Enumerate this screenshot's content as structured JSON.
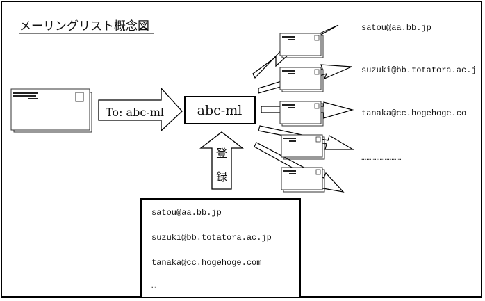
{
  "title": "メーリングリスト概念図",
  "sender_arrow_label": "To: abc-ml",
  "list_name": "abc-ml",
  "register_label_1": "登",
  "register_label_2": "録",
  "recipients": [
    "satou@aa.bb.jp",
    "suzuki@bb.totatora.ac.j",
    "tanaka@cc.hogehoge.co",
    "……………………"
  ],
  "registered_list": [
    "satou@aa.bb.jp",
    "suzuki@bb.totatora.ac.jp",
    "tanaka@cc.hogehoge.com",
    "…"
  ]
}
